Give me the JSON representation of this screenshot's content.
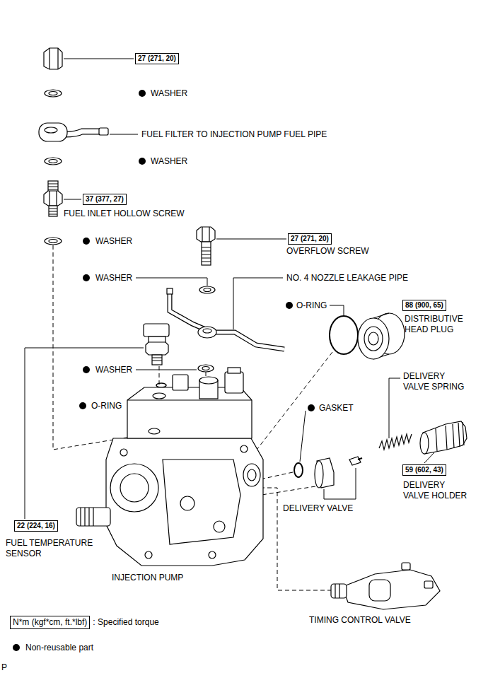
{
  "diagram": {
    "nodes": [
      {
        "text": [
          "27 (271, 20)"
        ]
      },
      {
        "text": [
          "37 (377, 27)"
        ]
      },
      {
        "text": [
          "27 (271, 20)"
        ]
      },
      {
        "text": [
          "88 (900, 65)"
        ]
      },
      {
        "text": [
          "59 (602, 43)"
        ]
      },
      {
        "text": [
          "22 (224, 16)"
        ]
      },
      {
        "text": [
          "N*m (kgf*cm, ft.*lbf)"
        ]
      }
    ],
    "edges": [],
    "labels": [
      "WASHER",
      "FUEL FILTER TO INJECTION PUMP FUEL PIPE",
      "WASHER",
      "FUEL INLET HOLLOW SCREW",
      "WASHER",
      "OVERFLOW SCREW",
      "WASHER",
      "NO. 4 NOZZLE LEAKAGE PIPE",
      "O-RING",
      "DISTRIBUTIVE HEAD PLUG",
      "WASHER",
      "DELIVERY VALVE SPRING",
      "O-RING",
      "GASKET",
      "DELIVERY VALVE HOLDER",
      "DELIVERY VALVE",
      "FUEL TEMPERATURE SENSOR",
      "INJECTION PUMP",
      "TIMING CONTROL VALVE",
      "P"
    ],
    "legend": [
      {
        "text": ": Specified torque"
      },
      {
        "text": "Non-reusable part"
      }
    ]
  }
}
